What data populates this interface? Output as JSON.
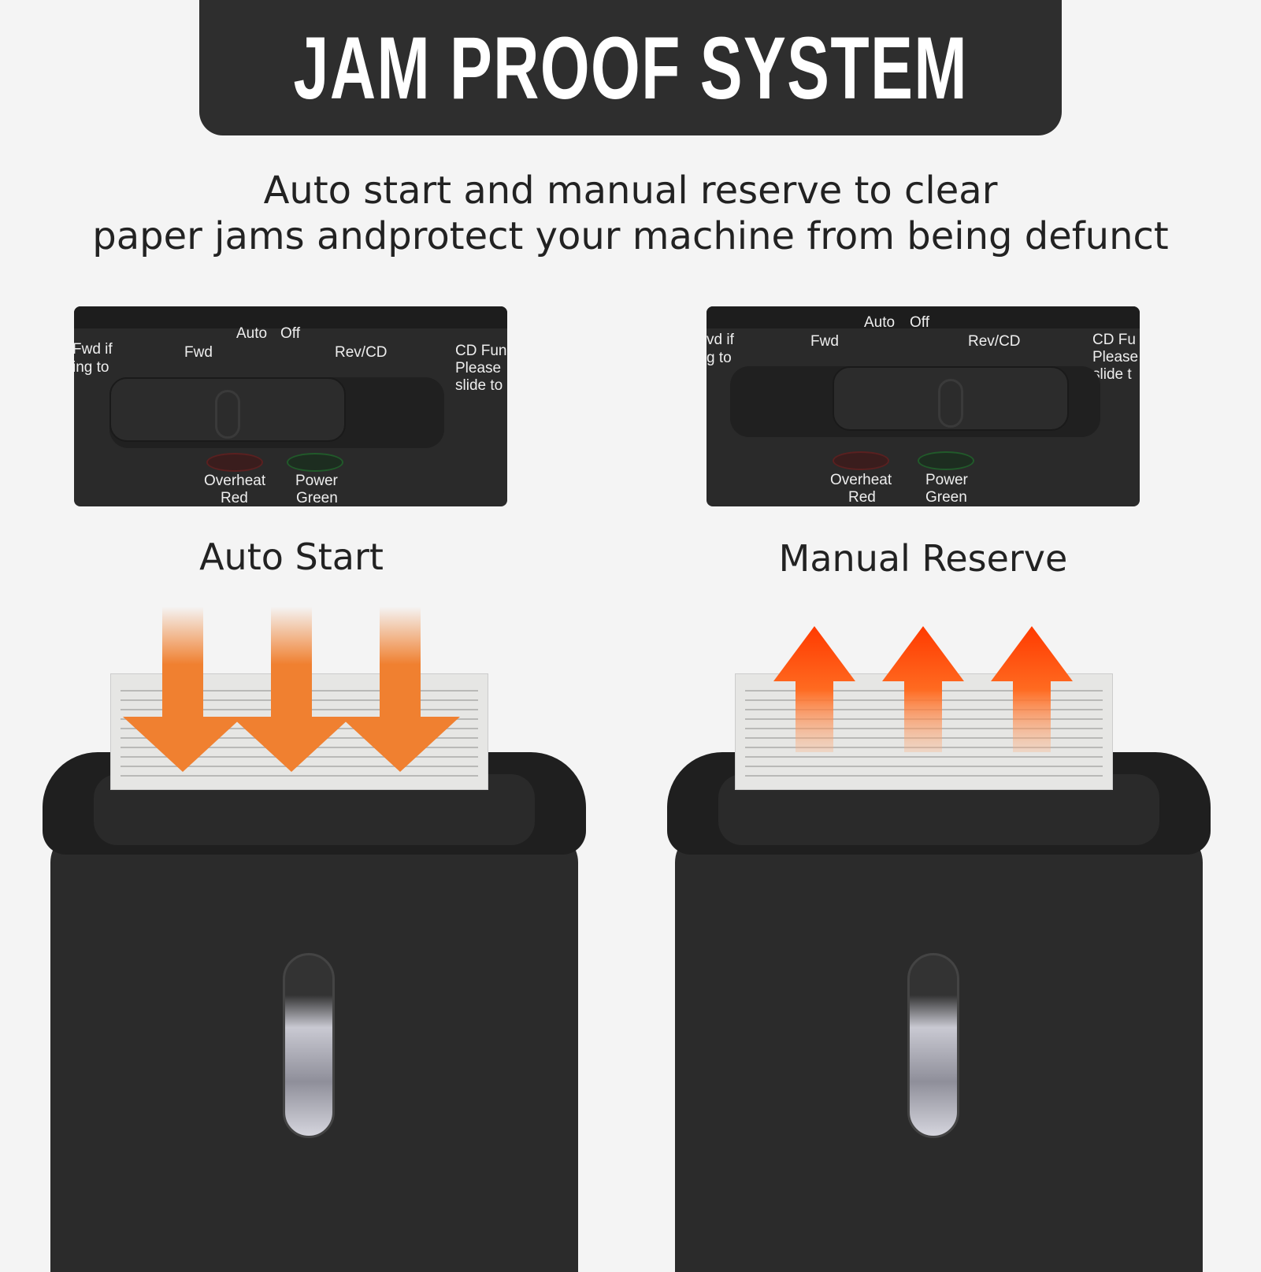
{
  "banner": {
    "title": "JAM PROOF SYSTEM"
  },
  "subtitle": {
    "line1": "Auto start and manual reserve to clear",
    "line2": "paper jams andprotect your machine from being defunct"
  },
  "panels": [
    {
      "left_text": [
        "Fwd if",
        "ing to"
      ],
      "fwd": "Fwd",
      "auto": "Auto",
      "off": "Off",
      "rev": "Rev/CD",
      "right_text": [
        "CD Fun",
        "Please",
        "slide to"
      ],
      "led1": "Overheat",
      "led1_color": "Red",
      "led2": "Power",
      "led2_color": "Green",
      "caption": "Auto Start"
    },
    {
      "left_text": [
        "vd if",
        "g to"
      ],
      "fwd": "Fwd",
      "auto": "Auto",
      "off": "Off",
      "rev": "Rev/CD",
      "right_text": [
        "CD Fu",
        "Please",
        "slide t"
      ],
      "led1": "Overheat",
      "led1_color": "Red",
      "led2": "Power",
      "led2_color": "Green",
      "caption": "Manual Reserve"
    }
  ],
  "colors": {
    "banner": "#2e2e2e",
    "arrow_down": "#f08030",
    "arrow_up": "#ff4a10",
    "shredder": "#2b2b2b",
    "background": "#f4f4f4"
  }
}
